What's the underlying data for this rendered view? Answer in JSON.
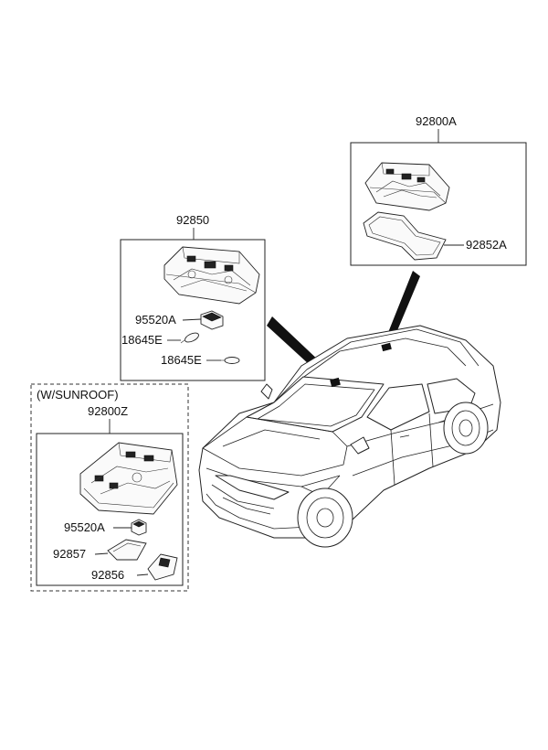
{
  "labels": {
    "lamp_92800A": "92800A",
    "gasket_92852A": "92852A",
    "lamp_92850": "92850",
    "switch_95520A_top": "95520A",
    "bulb_18645E_a": "18645E",
    "bulb_18645E_b": "18645E",
    "sunroof_note": "(W/SUNROOF)",
    "lamp_92800Z": "92800Z",
    "switch_95520A_bottom": "95520A",
    "lens_92857": "92857",
    "lens_92856": "92856"
  },
  "colors": {
    "line": "#222222",
    "background": "#ffffff"
  }
}
